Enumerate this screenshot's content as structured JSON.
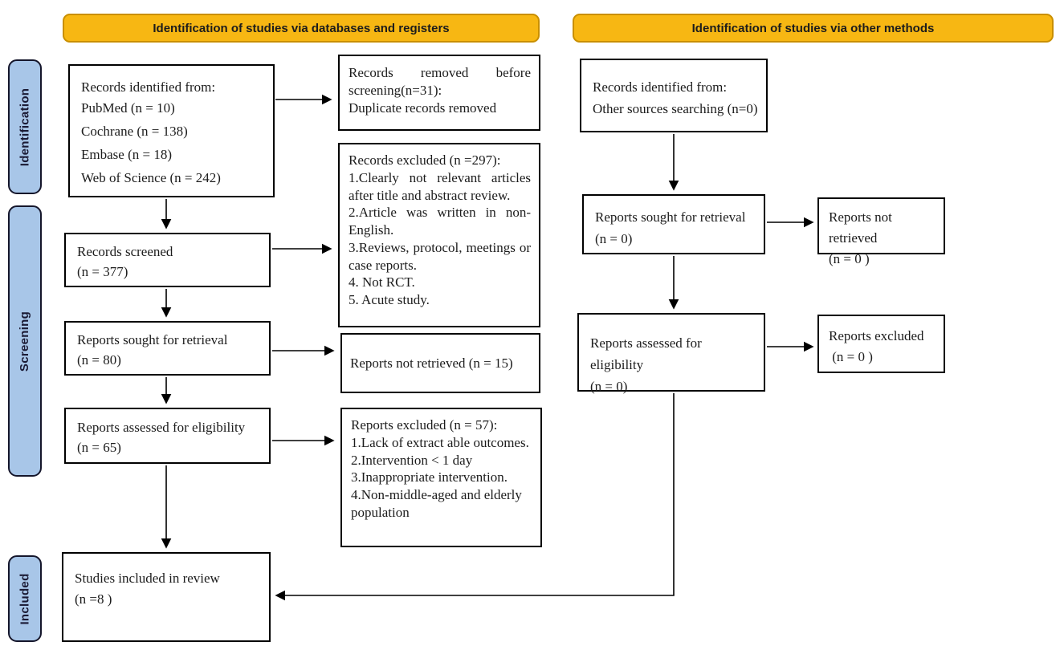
{
  "banners": {
    "databases": "Identification of studies via databases and registers",
    "other_methods": "Identification of studies via other methods"
  },
  "stages": {
    "identification": "Identification",
    "screening": "Screening",
    "included": "Included"
  },
  "colors": {
    "banner_bg": "#F7B713",
    "banner_border": "#C98F00",
    "stage_bg": "#A8C6E8",
    "stage_border": "#15162b",
    "box_border": "#000000"
  },
  "left_column": {
    "records_identified": {
      "title": "Records identified from:",
      "sources": [
        "PubMed (n = 10)",
        "Cochrane (n = 138)",
        "Embase (n = 18)",
        "Web of Science (n = 242)"
      ]
    },
    "records_screened": {
      "line1": "Records screened",
      "line2": "(n = 377)"
    },
    "reports_sought": {
      "line1": "Reports sought for retrieval",
      "line2": "(n = 80)"
    },
    "reports_assessed": {
      "line1": "Reports assessed for eligibility",
      "line2": "(n = 65)"
    },
    "studies_included": {
      "line1": "Studies included in review",
      "line2": "(n =8 )"
    }
  },
  "middle_column": {
    "records_removed": {
      "line1": "Records removed before screening(n=31):",
      "line2": "Duplicate records removed"
    },
    "records_excluded": {
      "title": "Records excluded (n =297):",
      "reasons": [
        "1.Clearly not relevant articles after title and abstract review.",
        "2.Article was written in non-English.",
        "3.Reviews, protocol, meetings or case reports.",
        "4. Not RCT.",
        "5. Acute study."
      ]
    },
    "reports_not_retrieved": {
      "line1": "Reports not retrieved (n = 15)"
    },
    "reports_excluded": {
      "title": "Reports excluded (n = 57):",
      "reasons": [
        "1.Lack of extract able outcomes.",
        "2.Intervention < 1 day",
        "3.Inappropriate intervention.",
        "4.Non-middle-aged and elderly population"
      ]
    }
  },
  "right_column": {
    "records_identified": {
      "line1": "Records identified from:",
      "line2": "Other sources searching (n=0)"
    },
    "reports_sought": {
      "line1": "Reports sought for retrieval",
      "line2": "(n = 0)"
    },
    "reports_not_retrieved": {
      "line1": "Reports not retrieved",
      "line2": "(n = 0 )"
    },
    "reports_assessed": {
      "line1": "Reports assessed for eligibility",
      "line2": "(n = 0)"
    },
    "reports_excluded": {
      "line1": "Reports excluded",
      "line2": " (n = 0 )"
    }
  }
}
